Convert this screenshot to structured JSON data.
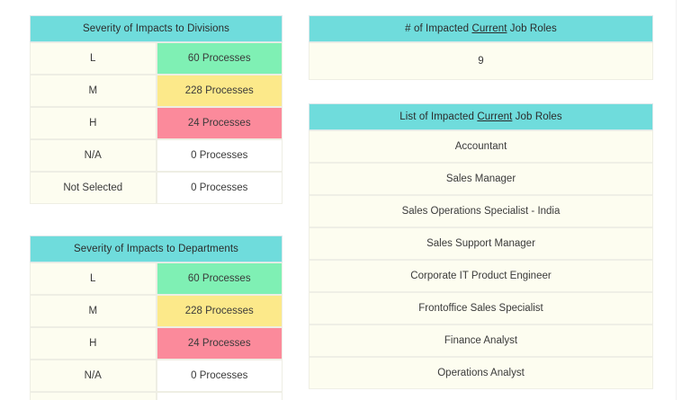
{
  "divisions_table": {
    "title": "Severity of Impacts to Divisions",
    "rows": [
      {
        "label": "L",
        "value": "60 Processes",
        "color": "#7FF0B4",
        "severity": "low"
      },
      {
        "label": "M",
        "value": "228 Processes",
        "color": "#FCE98A",
        "severity": "medium"
      },
      {
        "label": "H",
        "value": "24 Processes",
        "color": "#FB8A9B",
        "severity": "high"
      },
      {
        "label": "N/A",
        "value": "0 Processes",
        "color": "#FFFFFF",
        "severity": "na"
      },
      {
        "label": "Not Selected",
        "value": "0 Processes",
        "color": "#FFFFFF",
        "severity": "not-selected"
      }
    ]
  },
  "departments_table": {
    "title": "Severity of Impacts to Departments",
    "rows": [
      {
        "label": "L",
        "value": "60 Processes",
        "color": "#7FF0B4",
        "severity": "low"
      },
      {
        "label": "M",
        "value": "228 Processes",
        "color": "#FCE98A",
        "severity": "medium"
      },
      {
        "label": "H",
        "value": "24 Processes",
        "color": "#FB8A9B",
        "severity": "high"
      },
      {
        "label": "N/A",
        "value": "0 Processes",
        "color": "#FFFFFF",
        "severity": "na"
      },
      {
        "label": "",
        "value": "",
        "color": "#FFFFFF",
        "severity": "clipped"
      }
    ]
  },
  "count_card": {
    "title_prefix": "# of Impacted ",
    "title_underlined": "Current",
    "title_suffix": " Job Roles",
    "value": "9"
  },
  "list_card": {
    "title_prefix": "List of Impacted ",
    "title_underlined": "Current",
    "title_suffix": " Job Roles",
    "items": [
      "Accountant",
      "Sales Manager",
      "Sales Operations Specialist - India",
      "Sales Support Manager",
      "Corporate IT Product Engineer",
      "Frontoffice Sales Specialist",
      "Finance Analyst",
      "Operations Analyst"
    ]
  },
  "theme": {
    "header_teal": "#6FDCDC",
    "cell_cream": "#FDFDF0",
    "page_background": "#FFFFFF",
    "severity_low": "#7FF0B4",
    "severity_medium": "#FCE98A",
    "severity_high": "#FB8A9B"
  }
}
